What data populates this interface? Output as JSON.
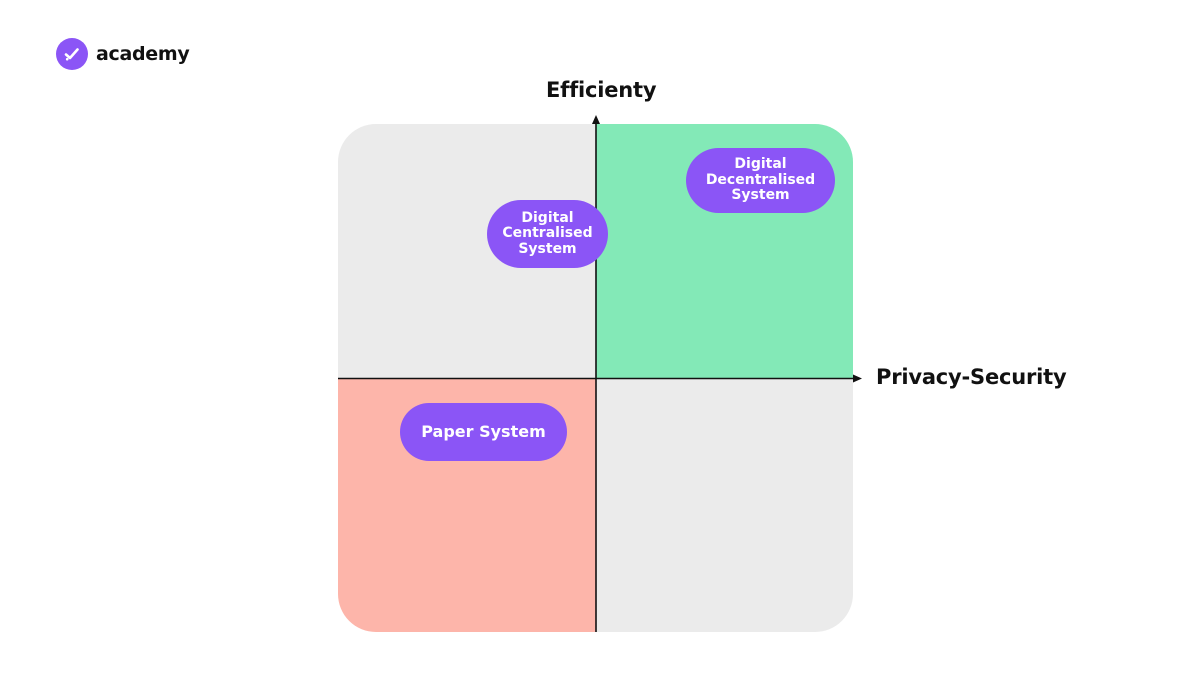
{
  "brand": {
    "name": "academy",
    "logo_icon": "check-mark-icon",
    "accent": "#8b55f6"
  },
  "axes": {
    "y_label": "Efficienty",
    "x_label": "Privacy-Security"
  },
  "quadrants": {
    "top_left_color": "#ebebeb",
    "top_right_color": "#83e9b7",
    "bottom_left_color": "#fdb5aa",
    "bottom_right_color": "#ebebeb"
  },
  "items": {
    "centralised": [
      "Digital",
      "Centralised",
      "System"
    ],
    "decentralised": [
      "Digital",
      "Decentralised",
      "System"
    ],
    "paper": "Paper System"
  }
}
